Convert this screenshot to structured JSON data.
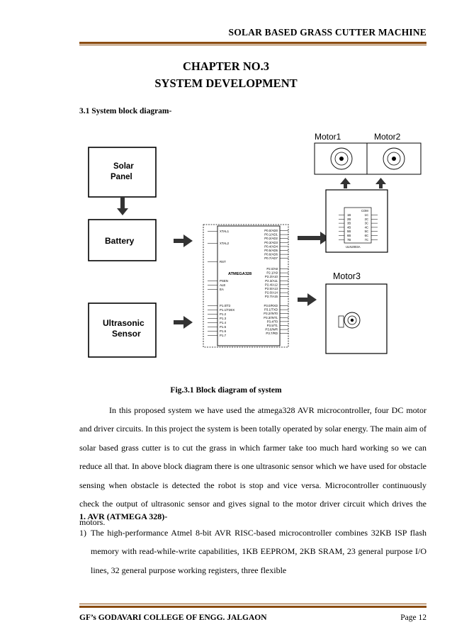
{
  "header": {
    "title": "SOLAR BASED GRASS CUTTER MACHINE"
  },
  "chapter": {
    "number": "CHAPTER NO.3",
    "title": "SYSTEM DEVELOPMENT"
  },
  "section": {
    "heading": "3.1 System block diagram-"
  },
  "diagram": {
    "blocks": {
      "solar": [
        "Solar",
        "Panel"
      ],
      "battery": "Battery",
      "ultrasonic": [
        "Ultrasonic",
        "Sensor"
      ]
    },
    "motor_labels": {
      "m1": "Motor1",
      "m2": "Motor2",
      "m3": "Motor3"
    },
    "mcu_name": "ATMEGA328",
    "driver_chip": "ULN2003A",
    "driver_com": "COM",
    "driver_left_pins": [
      "1B",
      "2B",
      "3B",
      "4B",
      "5B",
      "6B",
      "7B"
    ],
    "driver_right_pins": [
      "1C",
      "2C",
      "3C",
      "4C",
      "5C",
      "6C",
      "7C"
    ],
    "mcu_left_labels": [
      "XTAL1",
      "XTAL2",
      "RST",
      "PSEN",
      "ALE",
      "EA",
      "P1.0/T2",
      "P1.1/T2EX",
      "P1.2",
      "P1.3",
      "P1.4",
      "P1.5",
      "P1.6",
      "P1.7"
    ],
    "mcu_right_labels": [
      "P0.0/AD0",
      "P0.1/AD1",
      "P0.2/AD2",
      "P0.3/AD3",
      "P0.4/AD4",
      "P0.5/AD5",
      "P0.6/AD6",
      "P0.7/AD7",
      "P2.0/A8",
      "P2.1/A9",
      "P2.2/A10",
      "P2.3/A11",
      "P2.4/A12",
      "P2.5/A13",
      "P2.6/A14",
      "P2.7/A15",
      "P3.0/RXD",
      "P3.1/TXD",
      "P3.2/INT0",
      "P3.3/INT1",
      "P3.4/T0",
      "P3.5/T1",
      "P3.6/WR",
      "P3.7/RD"
    ]
  },
  "caption": "Fig.3.1 Block diagram of system",
  "paragraph": "In this proposed system we have used the atmega328 AVR microcontroller, four DC motor and driver circuits. In this project the system is been totally operated by solar energy. The main aim of solar based grass cutter is to cut the grass in which farmer take too much hard working so we can reduce all that. In above block diagram there is one ultrasonic sensor which we have used for obstacle sensing when obstacle is detected the robot is stop and vice versa. Microcontroller continuously check the output of ultrasonic sensor and gives signal to the motor driver circuit which drives the motors.",
  "subheading": "1.  AVR (ATMEGA 328)-",
  "list_item": {
    "number": "1)",
    "text": "The high-performance Atmel 8-bit AVR RISC-based microcontroller combines 32KB ISP flash memory with read-while-write capabilities, 1KB EEPROM, 2KB SRAM, 23 general purpose I/O lines, 32 general purpose working registers, three flexible"
  },
  "footer": {
    "left": "GF’s GODAVARI COLLEGE OF ENGG. JALGAON",
    "right": "Page 12"
  }
}
